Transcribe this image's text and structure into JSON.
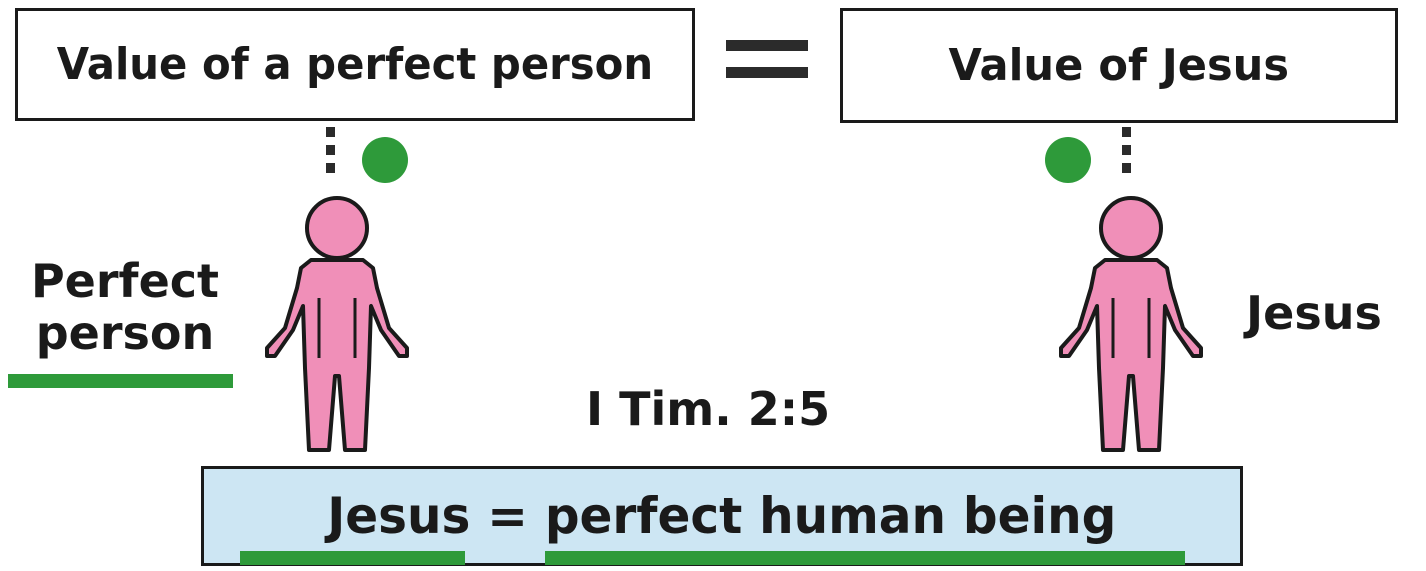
{
  "top_left_box": {
    "text": "Value of a perfect person"
  },
  "top_right_box": {
    "text": "Value of Jesus"
  },
  "left_figure": {
    "label_line1": "Perfect",
    "label_line2": "person"
  },
  "right_figure": {
    "label": "Jesus"
  },
  "reference": "I Tim. 2:5",
  "bottom_box": {
    "text": "Jesus = perfect human being"
  },
  "colors": {
    "figure_fill": "#f08fb8",
    "accent_green": "#2e9a3a",
    "bottom_box_fill": "#cde6f3",
    "outline": "#1a1a1a"
  }
}
